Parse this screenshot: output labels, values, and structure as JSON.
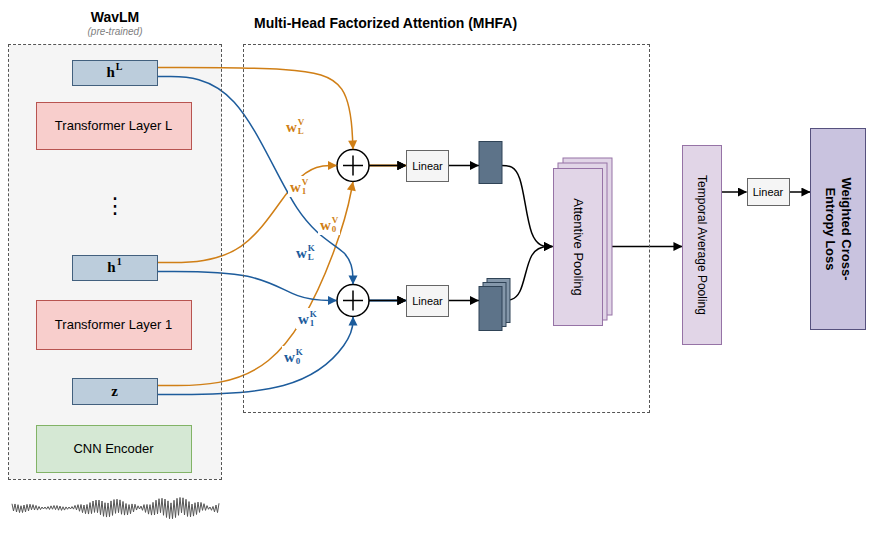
{
  "diagram": {
    "nodes": [
      {
        "text": [
          "WavLM",
          "(pre-trained)"
        ]
      },
      {
        "text": [
          "h",
          "L"
        ],
        "in": 0
      },
      {
        "text": [
          "Transformer Layer L"
        ],
        "in": 0
      },
      {
        "text": [
          "h",
          "1"
        ],
        "in": 0
      },
      {
        "text": [
          "Transformer Layer 1"
        ],
        "in": 0
      },
      {
        "text": [
          "z"
        ],
        "in": 0
      },
      {
        "text": [
          "CNN Encoder"
        ],
        "in": 0
      },
      {
        "text": [
          "Multi-Head Factorized Attention (MHFA)"
        ]
      },
      {
        "text": [
          "Linear"
        ],
        "in": 7
      },
      {
        "text": [
          "Linear"
        ],
        "in": 7
      },
      {
        "text": [
          "Attentive Pooling"
        ],
        "in": 7
      },
      {
        "text": [
          "Temporal Average Pooling"
        ]
      },
      {
        "text": [
          "Linear"
        ]
      },
      {
        "text": [
          "Weighted Cross-Entropy Loss"
        ]
      }
    ],
    "edges": [
      {
        "from": 1,
        "to": 8,
        "arrow": "to"
      },
      {
        "from": 3,
        "to": 8,
        "arrow": "to"
      },
      {
        "from": 5,
        "to": 8,
        "arrow": "to"
      },
      {
        "from": 1,
        "to": 9,
        "arrow": "to"
      },
      {
        "from": 3,
        "to": 9,
        "arrow": "to"
      },
      {
        "from": 5,
        "to": 9,
        "arrow": "to"
      },
      {
        "from": 8,
        "to": 10,
        "arrow": "to"
      },
      {
        "from": 9,
        "to": 10,
        "arrow": "to"
      },
      {
        "from": 10,
        "to": 11,
        "arrow": "to"
      },
      {
        "from": 11,
        "to": 12,
        "arrow": "to"
      },
      {
        "from": 12,
        "to": 13,
        "arrow": "to"
      }
    ],
    "labels": [
      "⋮",
      "w",
      "L",
      "V",
      "w",
      "1",
      "V",
      "w",
      "0",
      "V",
      "w",
      "L",
      "K",
      "w",
      "1",
      "K",
      "w",
      "0",
      "K"
    ]
  }
}
